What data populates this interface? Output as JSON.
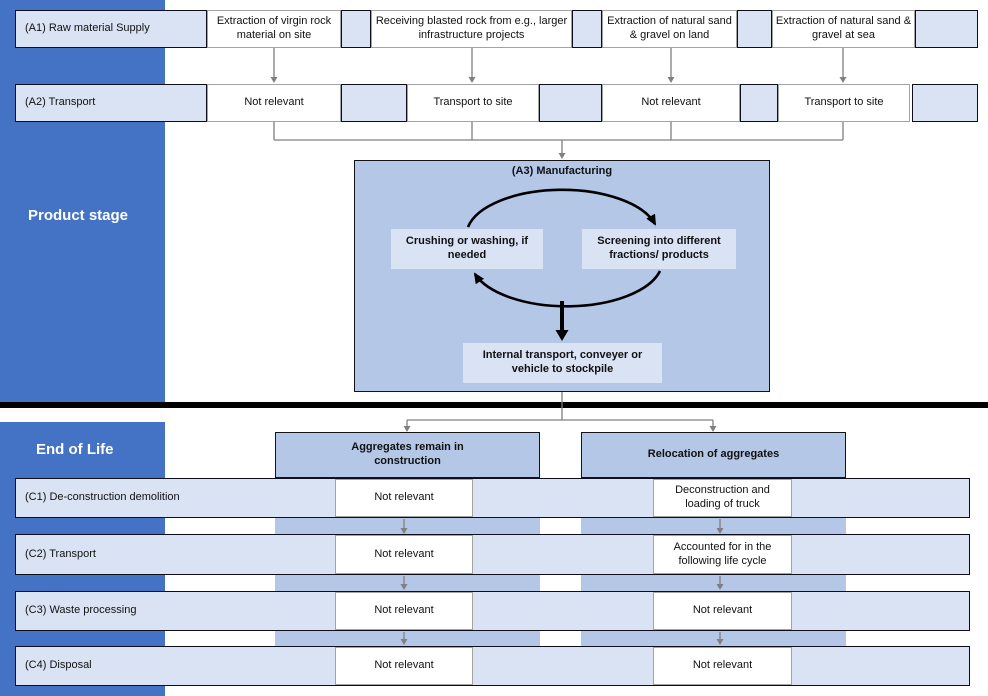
{
  "sidebar": {
    "product_label": "Product stage",
    "eol_label": "End of Life"
  },
  "colors": {
    "accent": "#4472C4",
    "light_blue": "#DAE3F3",
    "medium_blue": "#B4C7E7",
    "connector_gray": "#808080"
  },
  "product_stage": {
    "a1": {
      "label": "(A1) Raw material Supply",
      "options": [
        "Extraction of virgin rock material on site",
        "Receiving blasted rock from e.g., larger infrastructure projects",
        "Extraction of natural sand & gravel on land",
        "Extraction of natural sand & gravel at sea"
      ]
    },
    "a2": {
      "label": "(A2) Transport",
      "options": [
        "Not relevant",
        "Transport to site",
        "Not relevant",
        "Transport to site"
      ]
    },
    "a3": {
      "title": "(A3) Manufacturing",
      "crushing": "Crushing or washing, if needed",
      "screening": "Screening into different fractions/ products",
      "internal_transport": "Internal transport, conveyer or vehicle to stockpile"
    }
  },
  "end_of_life": {
    "columns": [
      "Aggregates remain in construction",
      "Relocation of aggregates"
    ],
    "rows": [
      {
        "label": "(C1) De-construction demolition",
        "col1": "Not relevant",
        "col2": "Deconstruction and loading of truck"
      },
      {
        "label": "(C2) Transport",
        "col1": "Not relevant",
        "col2": "Accounted for in the following life cycle"
      },
      {
        "label": "(C3) Waste processing",
        "col1": "Not relevant",
        "col2": "Not relevant"
      },
      {
        "label": "(C4) Disposal",
        "col1": "Not relevant",
        "col2": "Not relevant"
      }
    ]
  }
}
